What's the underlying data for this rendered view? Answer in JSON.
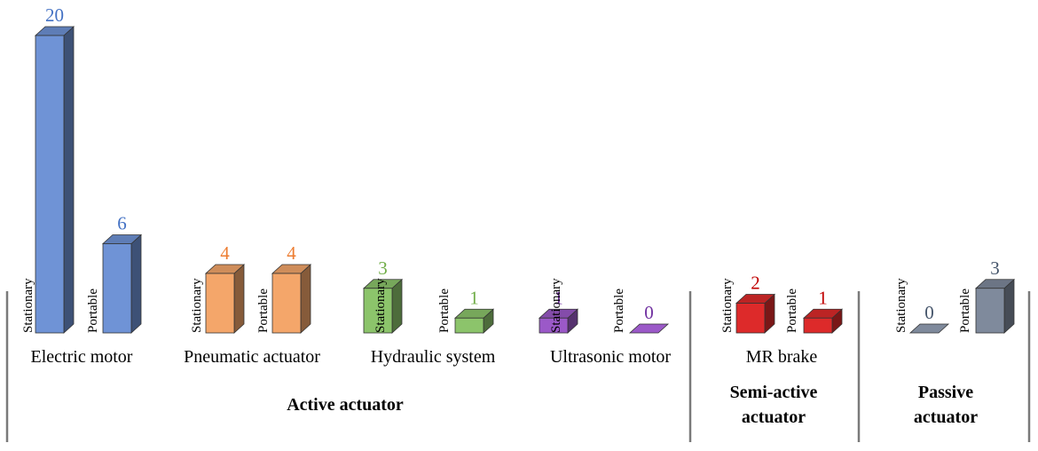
{
  "chart_data": {
    "type": "bar",
    "style": "3d-column",
    "grid": false,
    "legend": "none",
    "ylim": [
      0,
      20
    ],
    "bar_labels": [
      "Stationary",
      "Portable"
    ],
    "categories": [
      {
        "name": "Electric motor",
        "group": "Active actuator",
        "color": "#6f93d6",
        "stationary": 20,
        "portable": 6
      },
      {
        "name": "Pneumatic actuator",
        "group": "Active actuator",
        "color": "#f4a66a",
        "stationary": 4,
        "portable": 4
      },
      {
        "name": "Hydraulic system",
        "group": "Active actuator",
        "color": "#8cc46b",
        "stationary": 3,
        "portable": 1
      },
      {
        "name": "Ultrasonic motor",
        "group": "Active actuator",
        "color": "#9b59c8",
        "stationary": 1,
        "portable": 0
      },
      {
        "name": "MR brake",
        "group": "Semi-active actuator",
        "color": "#dd2a2a",
        "stationary": 2,
        "portable": 1
      },
      {
        "name": "",
        "group": "Passive actuator",
        "color": "#7f8a9c",
        "stationary": 0,
        "portable": 3
      }
    ],
    "value_label_colors": [
      "#4472c4",
      "#4472c4",
      "#ed7d31",
      "#ed7d31",
      "#70ad47",
      "#70ad47",
      "#7030a0",
      "#7030a0",
      "#c00000",
      "#c00000",
      "#44546a",
      "#44546a"
    ],
    "groups": [
      {
        "lines": [
          "Active actuator"
        ]
      },
      {
        "lines": [
          "Semi-active",
          "actuator"
        ]
      },
      {
        "lines": [
          "Passive",
          "actuator"
        ]
      }
    ]
  }
}
